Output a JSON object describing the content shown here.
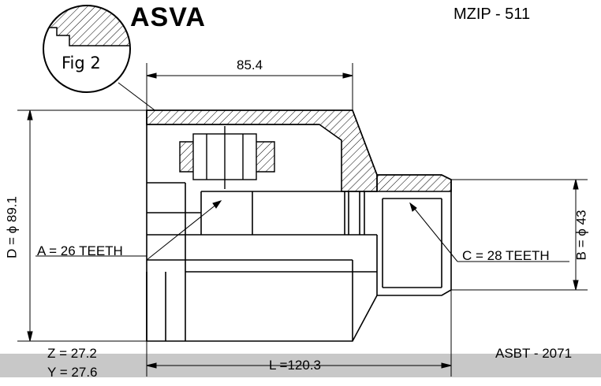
{
  "header": {
    "brand": "ASVA",
    "part_code": "MZIP - 511"
  },
  "figure": {
    "label": "Fig 2"
  },
  "dimensions": {
    "top_length": "85.4",
    "outer_diameter": "D = ϕ 89.1",
    "inner_diameter": "B = ϕ 43",
    "teeth_a": "A = 26 TEETH",
    "teeth_c": "C = 28 TEETH",
    "total_length": "L =120.3"
  },
  "footer": {
    "z": "Z = 27.2",
    "y": "Y = 27.6",
    "ref": "ASBT - 2071"
  }
}
